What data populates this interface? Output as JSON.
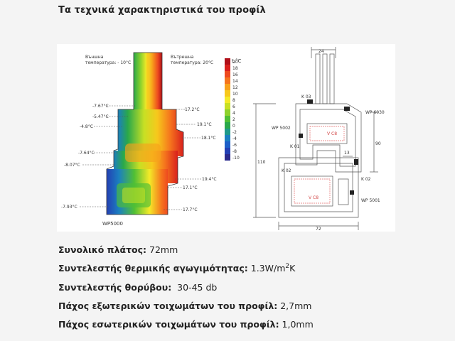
{
  "title": "Τα τεχνικά χαρακτηριστικά του προφίλ",
  "thermal": {
    "outside_label_1": "Външна",
    "outside_label_2": "температура: - 10°C",
    "inside_label_1": "Вътрешна",
    "inside_label_2": "температура: 20°C",
    "scale_unit": "t,°C",
    "scale_ticks": [
      "20",
      "18",
      "16",
      "14",
      "12",
      "10",
      "8",
      "6",
      "4",
      "2",
      "0",
      "-2",
      "-4",
      "-6",
      "-8",
      "-10"
    ],
    "scale_colors": [
      "#b0101a",
      "#d9201d",
      "#ee4a1f",
      "#f5741d",
      "#f8a11b",
      "#f7c81c",
      "#f4ea28",
      "#c8e024",
      "#8ed22c",
      "#4fbf35",
      "#2aa84a",
      "#1f9a8a",
      "#1b7fc0",
      "#1d5fc8",
      "#2340b4",
      "#2a2a8c"
    ],
    "left_temps": [
      "-7.67°C",
      "-5.47°C",
      "-4.8°C",
      "-7.64°C",
      "-8.07°C",
      "-7.93°C"
    ],
    "right_temps": [
      "17.2°C",
      "19.1°C",
      "18.1°C",
      "19.4°C",
      "17.1°C",
      "17.7°C"
    ],
    "model": "WP5000"
  },
  "drawing": {
    "dim_top": "24",
    "dim_bottom": "72",
    "dim_left": "110",
    "dim_right": "90",
    "dim_small": "13",
    "label_kg2_top": "K 03",
    "label_wp6030": "WP 6030",
    "label_wp5002": "WP 5002",
    "label_ko1": "K 01",
    "label_vc8_top": "V C8",
    "label_vc8_bottom": "V C8",
    "label_ko2": "K 02",
    "label_wp5001": "WP 5001",
    "label_kg2_right": "K 02"
  },
  "specs": [
    {
      "label": "Συνολικό πλάτος:",
      "value": " 72mm",
      "sup": "",
      "tail": ""
    },
    {
      "label": "Συντελεστής θερμικής αγωγιμότητας:",
      "value": " 1.3W/m",
      "sup": "2",
      "tail": "K"
    },
    {
      "label": "Συντελεστής θορύβου:",
      "value": "  30-45 db",
      "sup": "",
      "tail": ""
    },
    {
      "label": "Πάχος εξωτερικών τοιχωμάτων του προφίλ:",
      "value": " 2,7mm",
      "sup": "",
      "tail": ""
    },
    {
      "label": "Πάχος εσωτερικών τοιχωμάτων του προφίλ:",
      "value": " 1,0mm",
      "sup": "",
      "tail": ""
    }
  ]
}
